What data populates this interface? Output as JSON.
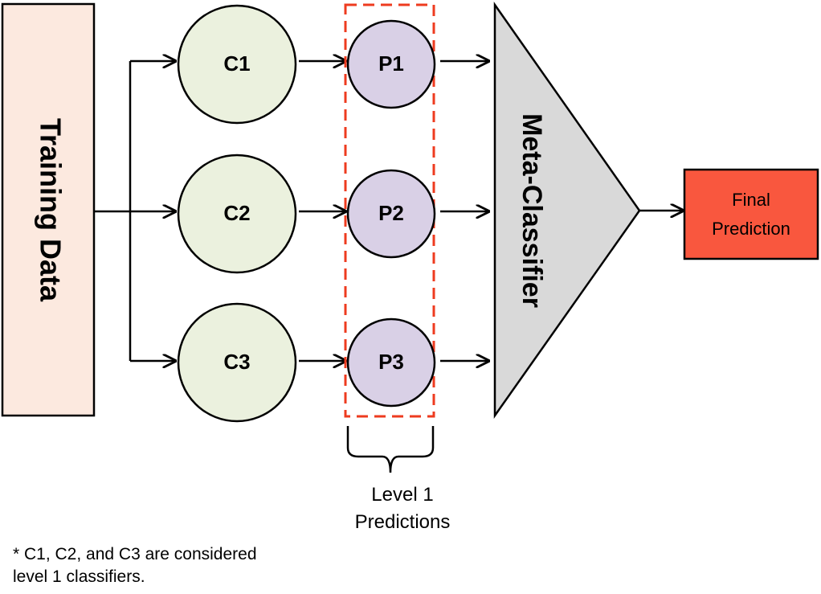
{
  "diagram": {
    "training_data": {
      "label": "Training Data"
    },
    "classifiers": [
      {
        "label": "C1"
      },
      {
        "label": "C2"
      },
      {
        "label": "C3"
      }
    ],
    "predictions": [
      {
        "label": "P1"
      },
      {
        "label": "P2"
      },
      {
        "label": "P3"
      }
    ],
    "meta_classifier": {
      "label": "Meta-Classifier"
    },
    "final_prediction": {
      "line1": "Final",
      "line2": "Prediction"
    },
    "level1_group": {
      "line1": "Level 1",
      "line2": "Predictions"
    },
    "footnote": {
      "line1": "* C1, C2, and C3 are considered",
      "line2": "level 1 classifiers."
    }
  },
  "colors": {
    "training_fill": "#fce9df",
    "classifier_fill": "#ebf1de",
    "prediction_fill": "#d9d0e6",
    "meta_fill": "#d9d9d9",
    "final_fill": "#f9573e",
    "dashed_border": "#ee3b1f"
  }
}
